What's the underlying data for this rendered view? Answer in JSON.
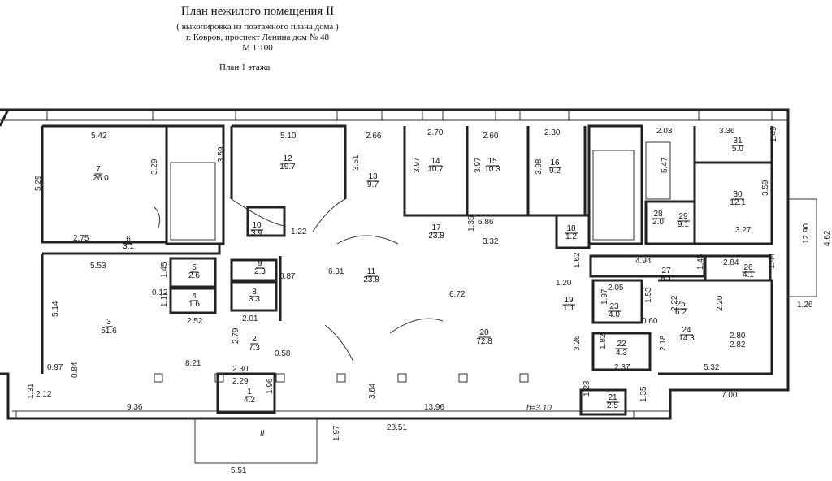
{
  "header": {
    "title": "План нежилого помещения II",
    "subtitle": "( выкопировка из поэтажного плана дома )",
    "address": "г. Ковров, проспект Ленина дом № 48",
    "scale": "М 1:100",
    "floor": "План 1 этажа"
  },
  "rooms": [
    {
      "n": "1",
      "a": "4.2"
    },
    {
      "n": "2",
      "a": "7.3"
    },
    {
      "n": "3",
      "a": "51.6"
    },
    {
      "n": "4",
      "a": "1.6"
    },
    {
      "n": "5",
      "a": "2.6"
    },
    {
      "n": "6",
      "a": "3.1"
    },
    {
      "n": "7",
      "a": "26.0"
    },
    {
      "n": "8",
      "a": "3.3"
    },
    {
      "n": "9",
      "a": "2.3"
    },
    {
      "n": "10",
      "a": "3.9"
    },
    {
      "n": "11",
      "a": "23.8"
    },
    {
      "n": "12",
      "a": "19.7"
    },
    {
      "n": "13",
      "a": "9.7"
    },
    {
      "n": "14",
      "a": "10.7"
    },
    {
      "n": "15",
      "a": "10.3"
    },
    {
      "n": "16",
      "a": "9.2"
    },
    {
      "n": "17",
      "a": "23.8"
    },
    {
      "n": "18",
      "a": "1.2"
    },
    {
      "n": "19",
      "a": "1.1"
    },
    {
      "n": "20",
      "a": "72.8"
    },
    {
      "n": "21",
      "a": "2.5"
    },
    {
      "n": "22",
      "a": "4.3"
    },
    {
      "n": "23",
      "a": "4.0"
    },
    {
      "n": "24",
      "a": "14.3"
    },
    {
      "n": "25",
      "a": "6.2"
    },
    {
      "n": "26",
      "a": "4.1"
    },
    {
      "n": "27",
      "a": "6.1"
    },
    {
      "n": "28",
      "a": "2.0"
    },
    {
      "n": "29",
      "a": "9.1"
    },
    {
      "n": "30",
      "a": "12.1"
    },
    {
      "n": "31",
      "a": "5.0"
    }
  ],
  "dimensions": [
    "5.42",
    "3.29",
    "5.29",
    "2.75",
    "5.10",
    "3.59",
    "3.51",
    "2.66",
    "2.70",
    "2.60",
    "2.30",
    "3.97",
    "3.97",
    "3.98",
    "1.35",
    "6.86",
    "1.22",
    "2.03",
    "3.36",
    "1.49",
    "5.47",
    "3.59",
    "3.27",
    "12.90",
    "4.62",
    "1.26",
    "5.53",
    "1.45",
    "0.12",
    "1.17",
    "2.52",
    "0.87",
    "6.31",
    "3.32",
    "6.72",
    "2.01",
    "1.62",
    "4.94",
    "2.84",
    "1.45",
    "1.44",
    "2.05",
    "1.20",
    "1.97",
    "1.53",
    "0.60",
    "2.22",
    "2.20",
    "2.80",
    "2.82",
    "5.32",
    "1.82",
    "2.18",
    "2.37",
    "3.26",
    "2.79",
    "0.58",
    "5.14",
    "0.97",
    "0.84",
    "8.21",
    "2.30",
    "2.29",
    "1.96",
    "3.64",
    "1.31",
    "2.12",
    "9.36",
    "13.96",
    "1.23",
    "1.35",
    "7.00",
    "28.51",
    "1.97",
    "5.51"
  ],
  "annotations": {
    "height_note": "h=3.10",
    "entrance_note": "II"
  }
}
